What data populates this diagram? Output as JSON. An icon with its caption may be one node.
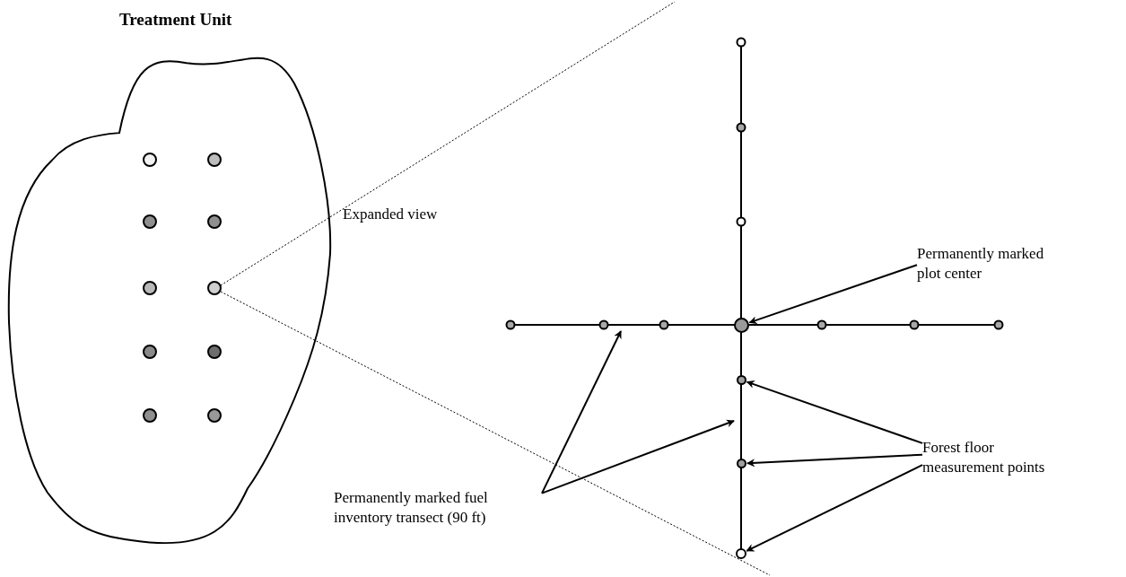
{
  "diagram": {
    "nodes": [
      {
        "text": [
          "Treatment Unit"
        ]
      },
      {
        "text": [],
        "shape": "circle",
        "in": 0
      },
      {
        "text": [],
        "shape": "circle",
        "in": 0
      },
      {
        "text": [],
        "shape": "circle",
        "in": 0
      },
      {
        "text": [],
        "shape": "circle",
        "in": 0
      },
      {
        "text": [],
        "shape": "circle",
        "in": 0
      },
      {
        "text": [],
        "shape": "circle",
        "in": 0
      },
      {
        "text": [],
        "shape": "circle",
        "in": 0
      },
      {
        "text": [],
        "shape": "circle",
        "in": 0
      },
      {
        "text": [],
        "shape": "circle",
        "in": 0
      },
      {
        "text": [],
        "shape": "circle",
        "in": 0
      },
      {
        "text": [
          "Permanently marked plot center"
        ]
      },
      {
        "text": [],
        "shape": "circle"
      },
      {
        "text": [
          "Permanently marked fuel inventory transect (90 ft)"
        ]
      },
      {
        "text": [
          "Forest floor measurement points"
        ]
      },
      {
        "text": [],
        "shape": "circle"
      },
      {
        "text": [],
        "shape": "circle"
      },
      {
        "text": [],
        "shape": "circle"
      }
    ],
    "edges": [
      {
        "from": 11,
        "to": 12,
        "arrow": "to"
      },
      {
        "from": 13,
        "to": null,
        "arrow": "to"
      },
      {
        "from": 13,
        "to": null,
        "arrow": "to"
      },
      {
        "from": 14,
        "to": 15,
        "arrow": "to"
      },
      {
        "from": 14,
        "to": 16,
        "arrow": "to"
      },
      {
        "from": 14,
        "to": 17,
        "arrow": "to"
      }
    ],
    "labels": [
      "Expanded view"
    ]
  }
}
